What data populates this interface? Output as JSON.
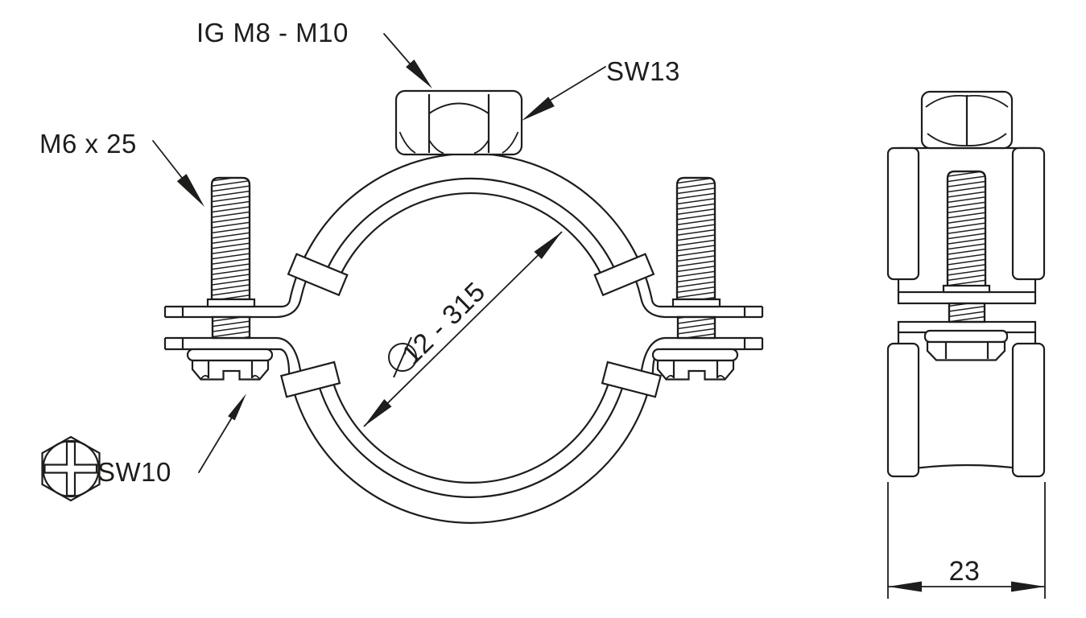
{
  "drawing": {
    "type": "technical-drawing-pipe-clamp",
    "background": "#ffffff",
    "line_color": "#1d1d1b",
    "labels": {
      "internal_thread": "IG M8 - M10",
      "nut_wrench": "SW13",
      "screw": "M6 x 25",
      "head_wrench": "SW10",
      "clamp_range": "12 - 315",
      "diameter_symbol": "Ø",
      "width": "23"
    }
  }
}
